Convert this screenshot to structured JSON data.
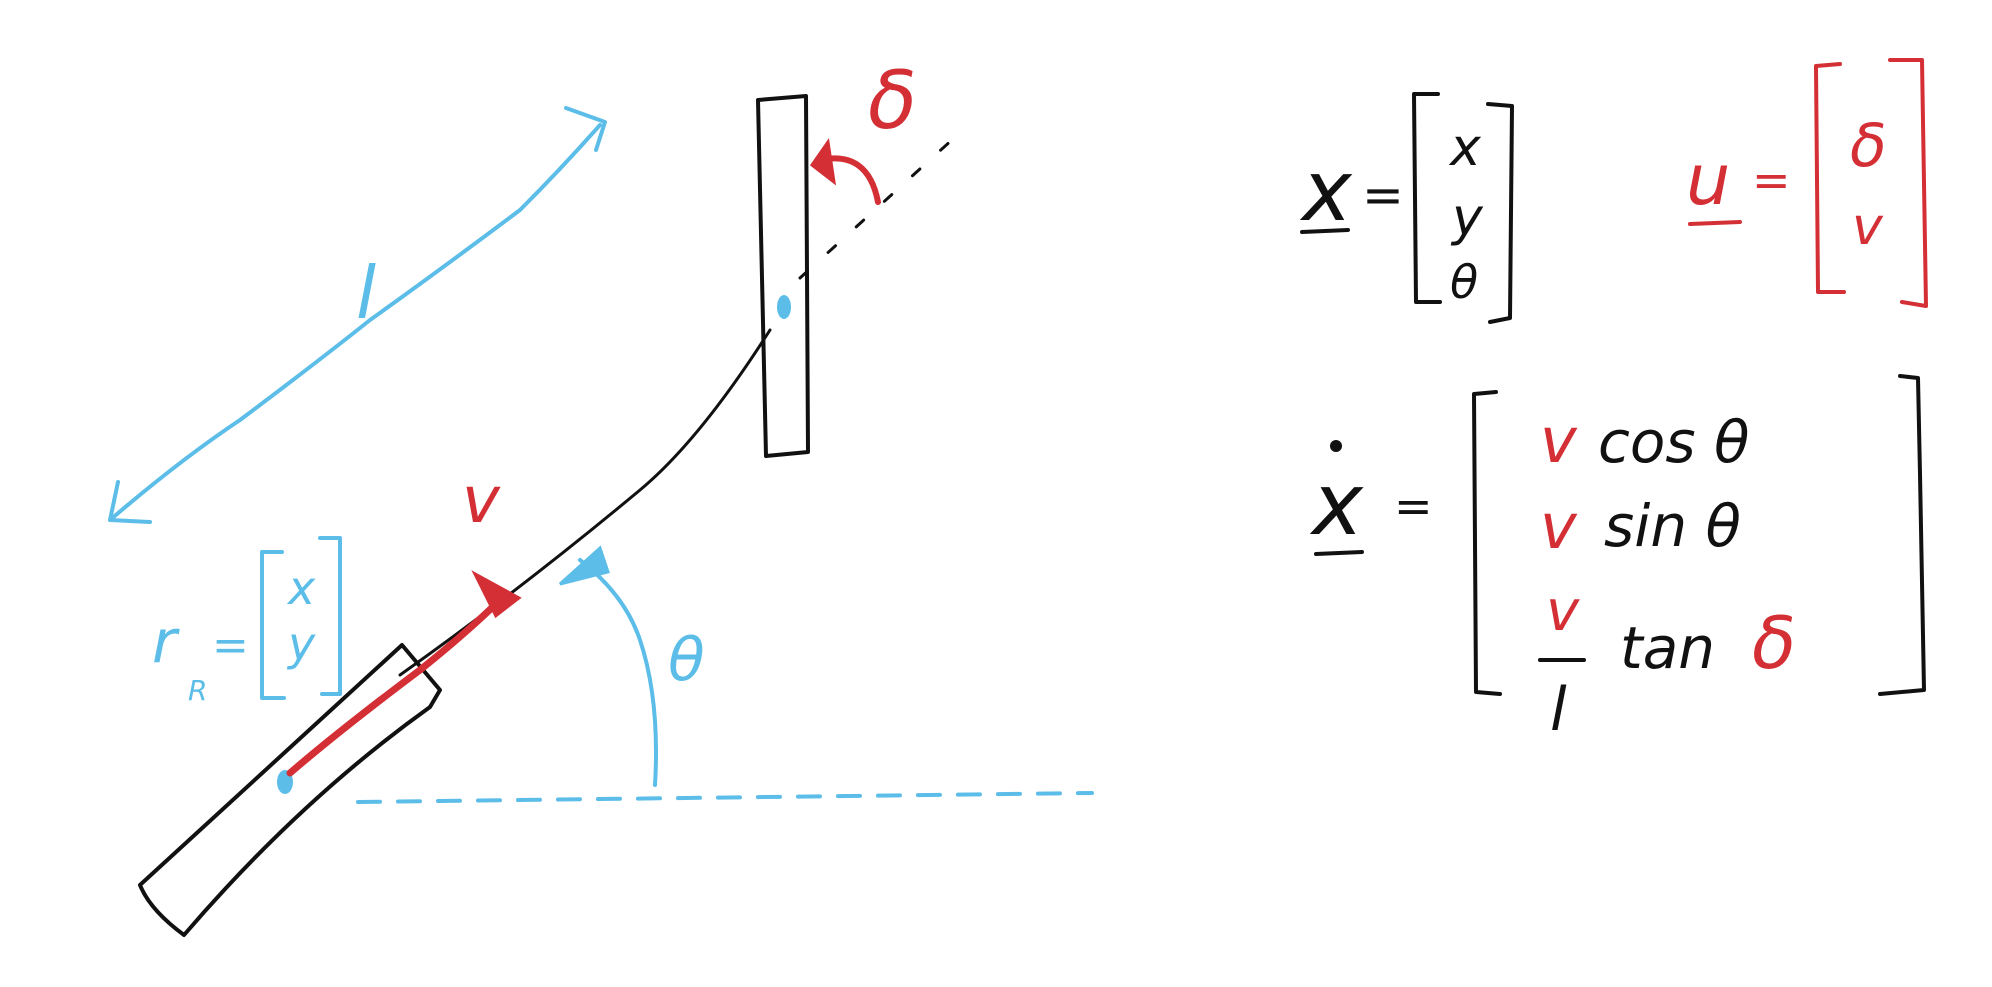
{
  "colors": {
    "ink": "#111111",
    "red": "#d32f35",
    "blue": "#5bbde8"
  },
  "labels": {
    "length": "l",
    "angle": "θ",
    "velocity": "v",
    "steer": "δ"
  },
  "rear_vector": {
    "lhs": "r",
    "subscript": "R",
    "eq": "=",
    "entries": [
      "x",
      "y"
    ]
  },
  "state": {
    "lhs": "x",
    "eq": "=",
    "entries": [
      "x",
      "y",
      "θ"
    ]
  },
  "input": {
    "lhs": "u",
    "eq": "=",
    "entries": [
      "δ",
      "v"
    ]
  },
  "dynamics": {
    "lhs": "x",
    "eq": "=",
    "row1": {
      "coef": "v",
      "fn": "cos θ"
    },
    "row2": {
      "coef": "v",
      "fn": "sin θ"
    },
    "row3": {
      "num": "v",
      "den": "l",
      "fn": "tan",
      "arg": "δ"
    }
  }
}
